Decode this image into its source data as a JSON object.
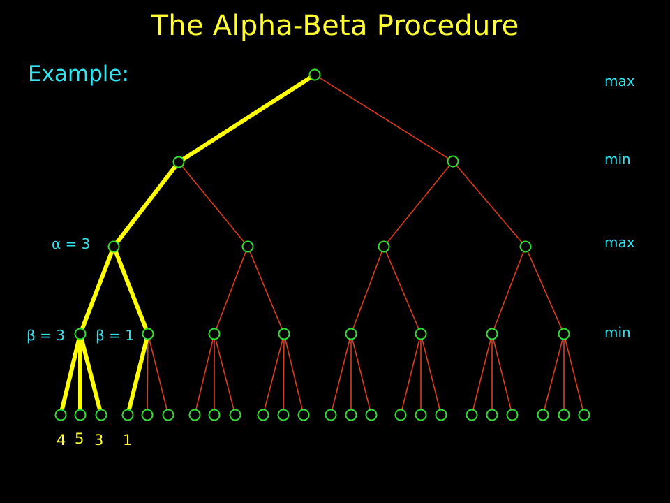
{
  "title": "The Alpha-Beta Procedure",
  "subtitle": "Example:",
  "level_labels": [
    "max",
    "min",
    "max",
    "min"
  ],
  "annotations": {
    "alpha": "α = 3",
    "beta_1": "β = 3",
    "beta_2": "β = 1"
  },
  "leaf_values": [
    "4",
    "5",
    "3",
    "1"
  ],
  "colors": {
    "background": "#000000",
    "title": "#ffff33",
    "labels": "#33e3ee",
    "node_outline": "#33dd33",
    "edge": "#e03a1e",
    "highlight_edge": "#ffff00"
  }
}
